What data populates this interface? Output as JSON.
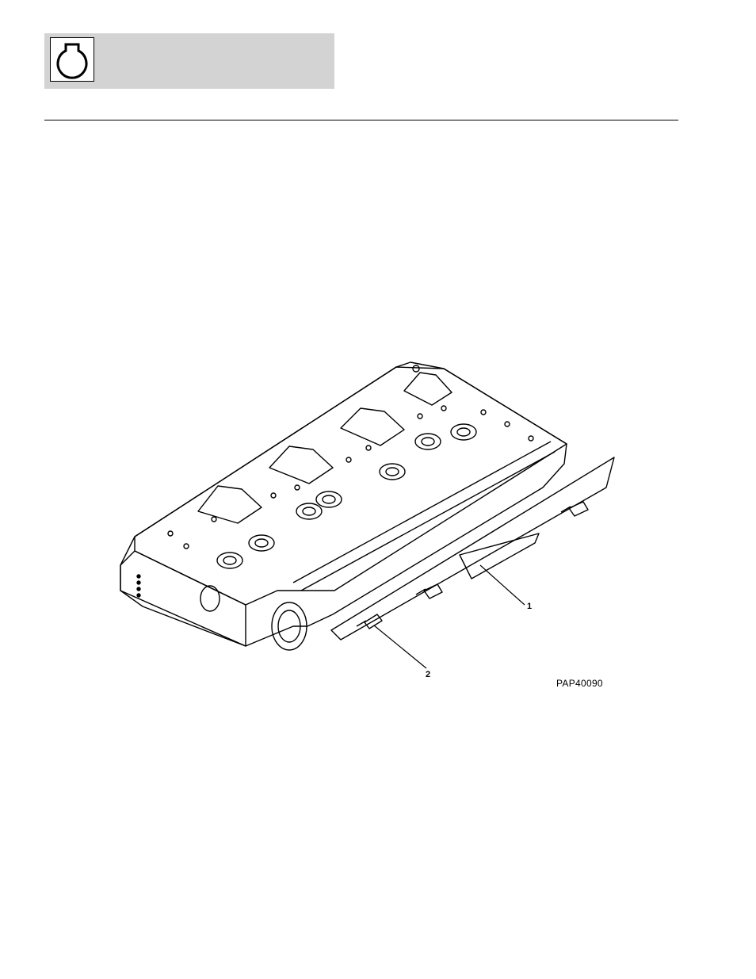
{
  "header": {
    "icon": "engine-icon"
  },
  "figure": {
    "callouts": [
      {
        "label": "1"
      },
      {
        "label": "2"
      }
    ],
    "figure_id": "PAP40090"
  }
}
